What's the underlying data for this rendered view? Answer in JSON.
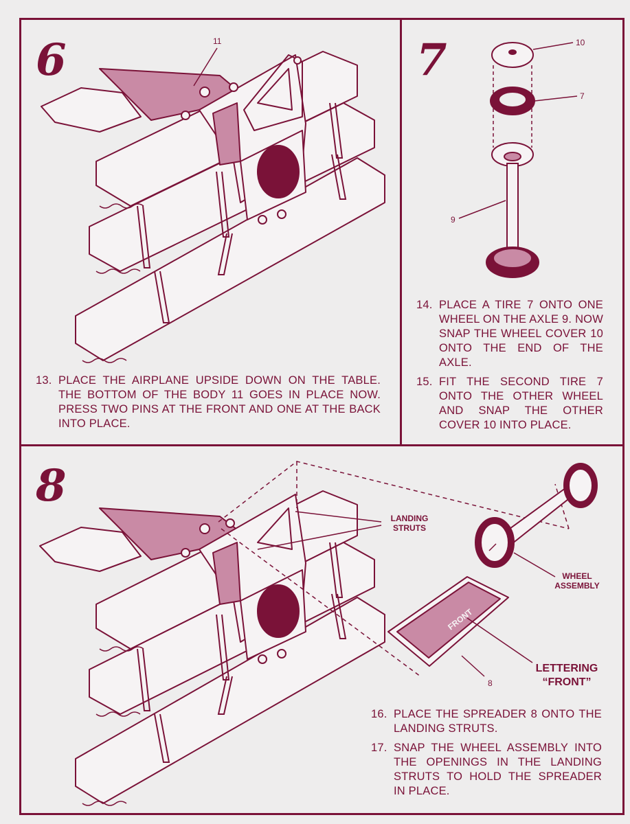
{
  "colors": {
    "ink": "#7a1238",
    "fill": "#c98aa5",
    "paper": "#eeeded"
  },
  "step6": {
    "number": "6",
    "part_labels": {
      "body": "11"
    },
    "instructions": [
      {
        "num": "13.",
        "text": "PLACE THE AIRPLANE UPSIDE DOWN ON THE TABLE. THE BOTTOM OF THE BODY 11 GOES IN PLACE NOW. PRESS TWO PINS AT THE FRONT AND ONE AT THE BACK INTO PLACE."
      }
    ]
  },
  "step7": {
    "number": "7",
    "part_labels": {
      "cover": "10",
      "tire": "7",
      "axle": "9"
    },
    "instructions": [
      {
        "num": "14.",
        "text": "PLACE A TIRE 7 ONTO ONE WHEEL ON THE AXLE 9. NOW SNAP THE WHEEL COVER 10 ONTO THE END OF THE AXLE."
      },
      {
        "num": "15.",
        "text": "FIT THE SECOND TIRE 7 ONTO THE OTHER WHEEL AND SNAP THE OTHER COVER 10 INTO PLACE."
      }
    ]
  },
  "step8": {
    "number": "8",
    "callouts": {
      "landing_struts": "LANDING STRUTS",
      "wheel_assembly": "WHEEL ASSEMBLY",
      "lettering": "LETTERING",
      "front_quote": "“FRONT”",
      "spreader_num": "8",
      "spreader_text": "FRONT"
    },
    "instructions": [
      {
        "num": "16.",
        "text": "PLACE THE SPREADER 8 ONTO THE LANDING STRUTS."
      },
      {
        "num": "17.",
        "text": "SNAP THE WHEEL ASSEMBLY INTO THE OPENINGS IN THE LANDING STRUTS TO HOLD THE SPREADER IN PLACE."
      }
    ]
  }
}
